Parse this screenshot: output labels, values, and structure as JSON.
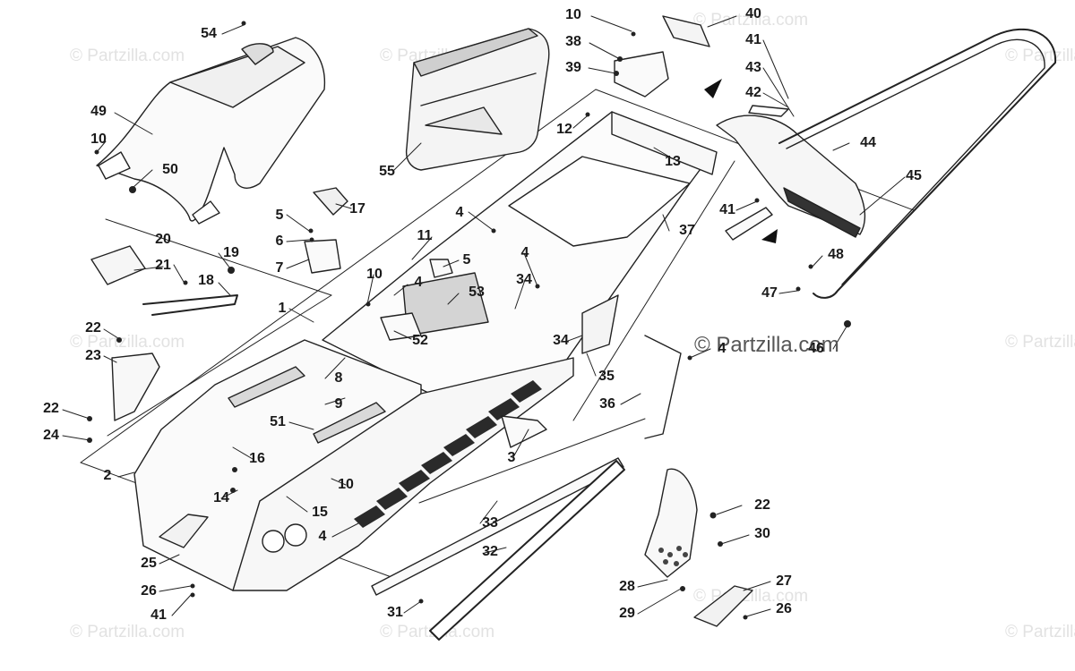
{
  "watermark": {
    "brand": "© Partzilla.com",
    "brand_main": "© Partzilla.com"
  },
  "callouts": [
    "54",
    "49",
    "10",
    "50",
    "55",
    "10",
    "38",
    "39",
    "40",
    "41",
    "43",
    "42",
    "44",
    "45",
    "12",
    "13",
    "17",
    "5",
    "6",
    "7",
    "20",
    "19",
    "21",
    "18",
    "4",
    "11",
    "5",
    "10",
    "4",
    "53",
    "52",
    "4",
    "34",
    "34",
    "37",
    "41",
    "48",
    "47",
    "46",
    "4",
    "1",
    "22",
    "23",
    "8",
    "9",
    "51",
    "22",
    "24",
    "16",
    "2",
    "14",
    "15",
    "10",
    "35",
    "36",
    "3",
    "33",
    "4",
    "32",
    "22",
    "30",
    "25",
    "26",
    "41",
    "31",
    "28",
    "29",
    "27",
    "26"
  ]
}
